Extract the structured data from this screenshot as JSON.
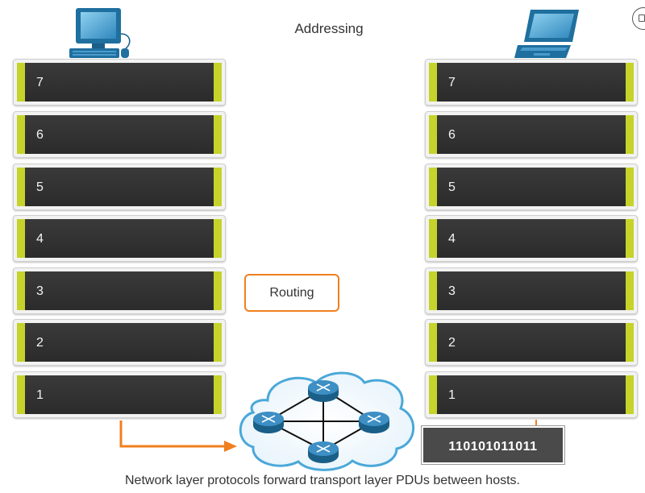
{
  "title": "Addressing",
  "caption": "Network layer protocols forward transport layer PDUs between hosts.",
  "routing_label": "Routing",
  "bits_label": "110101011011",
  "left_host": {
    "icon": "desktop-computer-icon",
    "layers": [
      "7",
      "6",
      "5",
      "4",
      "3",
      "2",
      "1"
    ]
  },
  "right_host": {
    "icon": "laptop-computer-icon",
    "layers": [
      "7",
      "6",
      "5",
      "4",
      "3",
      "2",
      "1"
    ]
  },
  "colors": {
    "layer_accent": "#c5d32a",
    "layer_body": "#2f2f2f",
    "routing_border": "#f07f1f",
    "arrow": "#f07f1f",
    "device_blue": "#1f6f9f",
    "cloud_border": "#4aa8d8"
  }
}
